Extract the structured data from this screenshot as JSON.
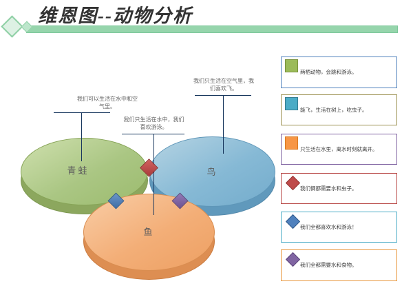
{
  "slide": {
    "title": "维恩图--动物分析"
  },
  "venn": {
    "circles": [
      {
        "id": "frog",
        "label": "青蛙",
        "fill": "#a5c278",
        "rim": "#8ca75e"
      },
      {
        "id": "bird",
        "label": "鸟",
        "fill": "#7db4d2",
        "rim": "#6099bc"
      },
      {
        "id": "fish",
        "label": "鱼",
        "fill": "#f1a76e",
        "rim": "#dd8e52"
      }
    ],
    "callouts": [
      {
        "target": "frog",
        "text": "我们可以生活在水中和空气里。"
      },
      {
        "target": "fish",
        "text": "我们只生活在水中，我们喜欢游泳。"
      },
      {
        "target": "bird",
        "text": "我们只生活在空气里，我们喜欢飞。"
      }
    ],
    "markers": [
      {
        "id": "frog-bird",
        "color": "#bf4b4b"
      },
      {
        "id": "frog-fish",
        "color": "#4f81bd"
      },
      {
        "id": "bird-fish",
        "color": "#8064a2"
      }
    ],
    "line_color": "#17365d"
  },
  "legend": {
    "items": [
      {
        "icon": "green-square",
        "icon_color": "#9bbb59",
        "border_color": "#4f81bd",
        "text": "两栖动物，会跳和游泳。"
      },
      {
        "icon": "teal-square",
        "icon_color": "#4bacc6",
        "border_color": "#9a8f4f",
        "text": "能飞，生活在树上，吃虫子。"
      },
      {
        "icon": "orange-square",
        "icon_color": "#f79646",
        "border_color": "#8064a2",
        "text": "只生活在水里，离水时刻就离开。"
      },
      {
        "icon": "red-diamond",
        "icon_color": "#bf4b4b",
        "border_color": "#b94a48",
        "text": "我们俩都需要水和虫子。"
      },
      {
        "icon": "blue-diamond",
        "icon_color": "#4f81bd",
        "border_color": "#4bacc6",
        "text": "我们全都喜欢水和游泳！"
      },
      {
        "icon": "purple-diamond",
        "icon_color": "#8064a2",
        "border_color": "#f79646",
        "text": "我们全都需要水和食物。"
      }
    ]
  },
  "theme": {
    "title_bar_color": "#96d5ac",
    "background": "#ffffff"
  }
}
